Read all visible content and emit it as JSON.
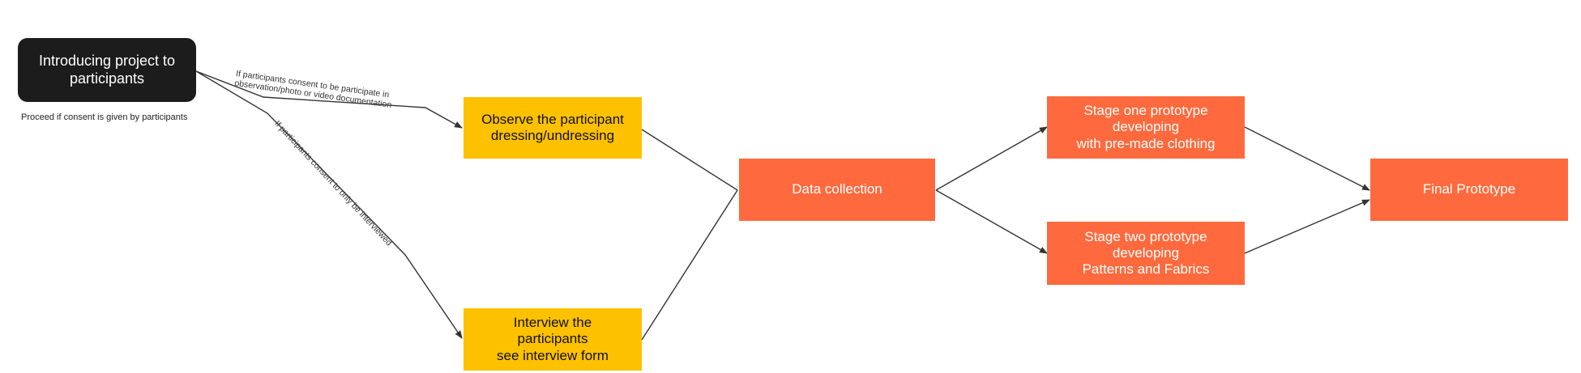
{
  "colors": {
    "start": "#1c1c1c",
    "observation": "#fdc100",
    "process": "#fe6a3d",
    "edge": "#333333"
  },
  "nodes": {
    "intro": {
      "label": "Introducing project to\nparticipants"
    },
    "observe": {
      "label": "Observe the participant\ndressing/undressing"
    },
    "interview": {
      "label": "Interview the\nparticipants\nsee interview form"
    },
    "data": {
      "label": "Data collection"
    },
    "stage1": {
      "label": "Stage one prototype\ndeveloping\nwith pre-made clothing"
    },
    "stage2": {
      "label": "Stage two prototype\ndeveloping\nPatterns and Fabrics"
    },
    "final": {
      "label": "Final Prototype"
    }
  },
  "notes": {
    "consent": "Proceed if consent is given by participants"
  },
  "edge_labels": {
    "observation_line1": "If participants consent to be participate in",
    "observation_line2": "observation/photo or video documentation",
    "interview": "If participants consent to only be interviewed"
  }
}
